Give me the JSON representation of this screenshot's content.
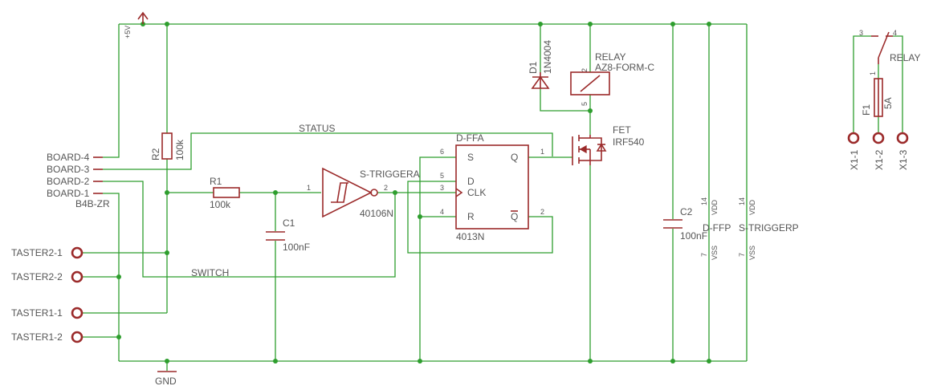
{
  "labels": {
    "supply": "+5V",
    "ground": "GND",
    "status_net": "STATUS",
    "switch_net": "SWITCH",
    "connector_name": "B4B-ZR",
    "connector_pins": [
      "BOARD-4",
      "BOARD-3",
      "BOARD-2",
      "BOARD-1"
    ],
    "taster_pins": [
      "TASTER2-1",
      "TASTER2-2",
      "TASTER1-1",
      "TASTER1-2"
    ],
    "r1": {
      "name": "R1",
      "value": "100k"
    },
    "r2": {
      "name": "R2",
      "value": "100k"
    },
    "c1": {
      "name": "C1",
      "value": "100nF"
    },
    "c2": {
      "name": "C2",
      "value": "100nF"
    },
    "trigger": {
      "name": "S-TRIGGERA",
      "part": "40106N",
      "pin_in": "1",
      "pin_out": "2"
    },
    "flipflop": {
      "name": "D-FFA",
      "part": "4013N",
      "S": "S",
      "D": "D",
      "CLK": "CLK",
      "R": "R",
      "Q": "Q",
      "QN": "Q",
      "pin_s": "6",
      "pin_d": "5",
      "pin_clk": "3",
      "pin_r": "4",
      "pin_q": "1",
      "pin_qn": "2"
    },
    "diode": {
      "name": "D1",
      "part": "1N4004"
    },
    "relay": {
      "name": "RELAY",
      "part": "AZ8-FORM-C",
      "pin_top": "2",
      "pin_bottom": "5"
    },
    "fet": {
      "name": "FET",
      "part": "IRF540"
    },
    "power_units": {
      "ffp": "D-FFP",
      "trigp": "S-TRIGGERP",
      "vdd": "VDD",
      "vss": "VSS",
      "pin_vdd": "14",
      "pin_vss": "7"
    },
    "relay_contact": {
      "name": "RELAY",
      "pin3": "3",
      "pin4": "4",
      "pin1": "1"
    },
    "fuse": {
      "name": "F1",
      "value": "5A"
    },
    "output_pins": [
      "X1-1",
      "X1-2",
      "X1-3"
    ]
  }
}
